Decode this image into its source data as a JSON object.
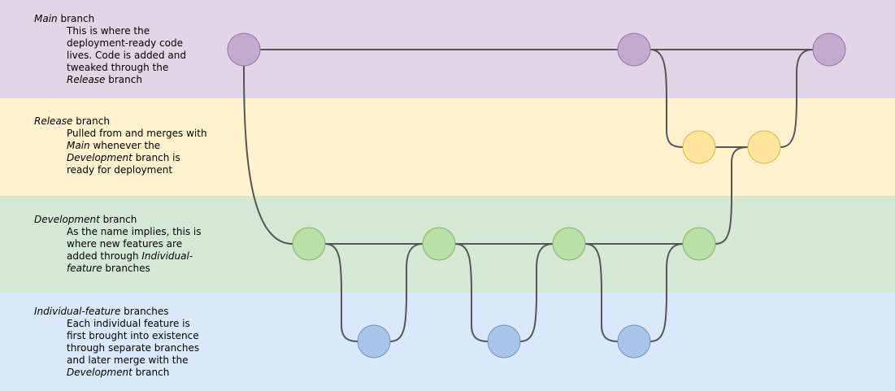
{
  "lanes": {
    "main": {
      "title_em": "Main",
      "title_rest": " branch",
      "desc_1": "This is where the deployment-ready code lives. Code is added and tweaked through the ",
      "desc_em_1": "Release",
      "desc_2": " branch"
    },
    "release": {
      "title_em": "Release",
      "title_rest": " branch",
      "desc_1": "Pulled from and merges with ",
      "desc_em_1": "Main",
      "desc_2": " whenever the ",
      "desc_em_2": "Development",
      "desc_3": " branch is ready for deployment"
    },
    "development": {
      "title_em": "Development",
      "title_rest": " branch",
      "desc_1": "As the name implies, this is where new features are added through ",
      "desc_em_1": "Individual-feature",
      "desc_2": " branches"
    },
    "feature": {
      "title_em": "Individual-feature",
      "title_rest": " branches",
      "desc_1": "Each individual feature is first brought into existence through separate branches and later merge with the ",
      "desc_em_1": "Development",
      "desc_2": " branch"
    }
  },
  "colors": {
    "main_lane": "#e1d5e7",
    "release_lane": "#fff2cc",
    "development_lane": "#d5e8d4",
    "feature_lane": "#dae8fc",
    "main_node_fill": "#c3abd0",
    "main_node_stroke": "#9673a6",
    "release_node_fill": "#ffe599",
    "release_node_stroke": "#d6b656",
    "development_node_fill": "#b9e0a5",
    "development_node_stroke": "#82b366",
    "feature_node_fill": "#a9c4eb",
    "feature_node_stroke": "#6c8ebf",
    "edge": "#555555"
  }
}
